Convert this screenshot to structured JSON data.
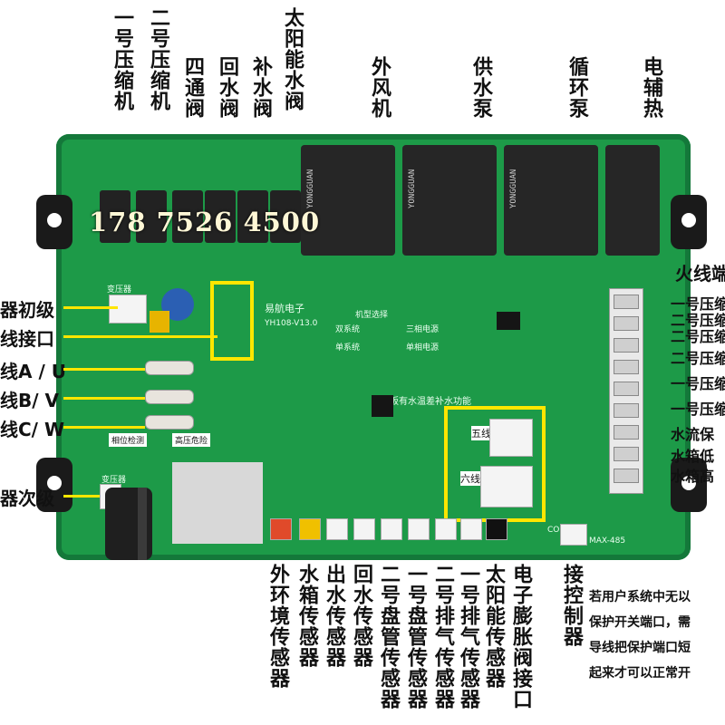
{
  "top_labels": {
    "comp1": "一号压缩机",
    "comp2": "二号压缩机",
    "four_way": "四通阀",
    "return_valve": "回水阀",
    "makeup_valve": "补水阀",
    "solar_valve": "太阳能水阀",
    "fan": "外风机",
    "supply_pump": "供水泵",
    "circ_pump": "循环泵",
    "heater": "电辅热"
  },
  "left_labels": {
    "trans_primary": "器初级",
    "live_port": "线接口",
    "line_a": "线A / U",
    "line_b": "线B/ V",
    "line_c": "线C/ W",
    "trans_secondary": "器次级"
  },
  "right_labels": {
    "live_bus": "火线端",
    "r1": "一号压缩机",
    "r2": "二号压缩机",
    "r3": "二号压缩",
    "r4": "二号压缩",
    "r5": "一号压缩",
    "r6": "一号压缩",
    "r7": "水流保",
    "r8": "水箱低",
    "r9": "水箱高"
  },
  "bottom_labels": {
    "b1": "外环境传感器",
    "b2": "水箱传感器",
    "b3": "出水传感器",
    "b4": "回水传感器",
    "b5": "二号盘管传感器",
    "b6": "一号盘管传感器",
    "b7": "二号排气传感器",
    "b8": "一号排气传感器",
    "b9": "太阳能传感器",
    "b10": "电子膨胀阀接口",
    "b11": "接控制器"
  },
  "board": {
    "phone": "178 7526 4500",
    "brand": "易航电子",
    "model": "YH108-V13.0",
    "dual_system": "双系统",
    "single_system": "单系统",
    "three_phase": "三相电源",
    "single_phase": "单相电源",
    "model_select": "机型选择",
    "feature_note": "此板有水温差补水功能",
    "group_five": "五线",
    "group_six": "六线",
    "high_voltage": "高压危险",
    "phase_detect": "相位检测",
    "transformer": "变压器",
    "brand_relay": "YONGGUAN",
    "comm": "COMM",
    "rs485": "MAX-485"
  },
  "note": {
    "line1": "若用户系统中无以",
    "line2": "保护开关端口，需",
    "line3": "导线把保护端口短",
    "line4": "起来才可以正常开"
  },
  "colors": {
    "pcb": "#1d9a48",
    "highlight": "#ffe600"
  }
}
